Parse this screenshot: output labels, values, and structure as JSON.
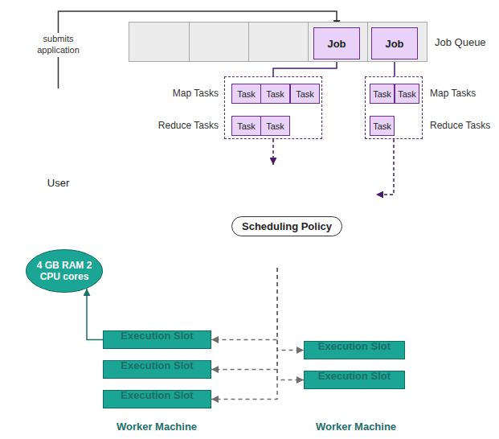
{
  "diagram": {
    "nodes": [
      {
        "text": [
          "Job Queue"
        ]
      },
      {
        "text": [
          "Job"
        ],
        "in": 0
      },
      {
        "text": [
          "Job"
        ],
        "in": 0
      },
      {
        "text": [
          "Map Tasks",
          "Reduce Tasks"
        ]
      },
      {
        "text": [
          "Task"
        ],
        "in": 3
      },
      {
        "text": [
          "Task"
        ],
        "in": 3
      },
      {
        "text": [
          "Task"
        ],
        "in": 3
      },
      {
        "text": [
          "Task"
        ],
        "in": 3
      },
      {
        "text": [
          "Task"
        ],
        "in": 3
      },
      {
        "text": [
          "Map Tasks",
          "Reduce Tasks"
        ]
      },
      {
        "text": [
          "Task"
        ],
        "in": 9
      },
      {
        "text": [
          "Task"
        ],
        "in": 9
      },
      {
        "text": [
          "Task"
        ],
        "in": 9
      },
      {
        "text": [
          "User"
        ]
      },
      {
        "text": [
          "Scheduling Policy"
        ]
      },
      {
        "text": [
          "4 GB RAM 2 CPU cores"
        ]
      },
      {
        "text": [
          "Worker Machine"
        ]
      },
      {
        "text": [
          "Execution Slot"
        ],
        "in": 16
      },
      {
        "text": [
          "Execution Slot"
        ],
        "in": 16
      },
      {
        "text": [
          "Execution Slot"
        ],
        "in": 16
      },
      {
        "text": [
          "Worker Machine"
        ]
      },
      {
        "text": [
          "Execution Slot"
        ],
        "in": 20
      },
      {
        "text": [
          "Execution Slot"
        ],
        "in": 20
      }
    ],
    "edges": [
      {
        "from": 13,
        "to": 1,
        "label": "submits application",
        "arrow": "to"
      },
      {
        "from": 1,
        "to": 3,
        "arrow": "none"
      },
      {
        "from": 2,
        "to": 9,
        "arrow": "none"
      },
      {
        "from": 3,
        "to": 14,
        "arrow": "to"
      },
      {
        "from": 9,
        "to": 14,
        "arrow": "to"
      },
      {
        "from": 14,
        "to": 17,
        "arrow": "to"
      },
      {
        "from": 14,
        "to": 18,
        "arrow": "to"
      },
      {
        "from": 14,
        "to": 19,
        "arrow": "to"
      },
      {
        "from": 14,
        "to": 21,
        "arrow": "to"
      },
      {
        "from": 14,
        "to": 22,
        "arrow": "to"
      },
      {
        "from": 17,
        "to": 15,
        "arrow": "to"
      }
    ]
  }
}
